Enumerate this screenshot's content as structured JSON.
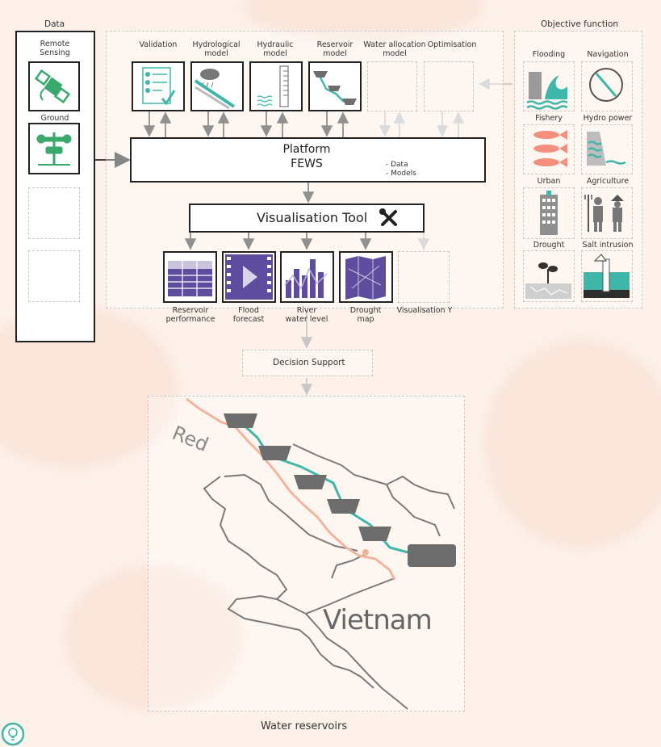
{
  "sections": {
    "data": "Data",
    "objective": "Objective function"
  },
  "data_sources": [
    {
      "label": "Remote\nSensing",
      "icon": "satellite-icon"
    },
    {
      "label": "Ground",
      "icon": "weather-station-icon"
    }
  ],
  "models": [
    {
      "label": "Validation",
      "icon": "checklist-icon"
    },
    {
      "label": "Hydrological\nmodel",
      "icon": "rain-slope-icon"
    },
    {
      "label": "Hydraulic\nmodel",
      "icon": "water-gauge-icon"
    },
    {
      "label": "Reservoir\nmodel",
      "icon": "reservoir-cascade-icon"
    },
    {
      "label": "Water allocation\nmodel",
      "icon": ""
    },
    {
      "label": "Optimisation",
      "icon": ""
    }
  ],
  "platform": {
    "title": "Platform\nFEWS",
    "items": "- Data\n- Models"
  },
  "visualisation_tool": "Visualisation Tool",
  "outputs": [
    {
      "label": "Reservoir\nperformance",
      "icon": "table-icon"
    },
    {
      "label": "Flood\nforecast",
      "icon": "video-play-icon"
    },
    {
      "label": "River\nwater level",
      "icon": "bar-line-chart-icon"
    },
    {
      "label": "Drought\nmap",
      "icon": "folded-map-icon"
    },
    {
      "label": "Visualisation Y",
      "icon": ""
    }
  ],
  "objectives": [
    {
      "label": "Flooding",
      "icon": "dam-wave-icon"
    },
    {
      "label": "Navigation",
      "icon": "compass-icon"
    },
    {
      "label": "Fishery",
      "icon": "fish-icon"
    },
    {
      "label": "Hydro power",
      "icon": "hydropower-icon"
    },
    {
      "label": "Urban",
      "icon": "building-icon"
    },
    {
      "label": "Agriculture",
      "icon": "farmers-icon"
    },
    {
      "label": "Drought",
      "icon": "dry-sprout-icon"
    },
    {
      "label": "Salt intrusion",
      "icon": "salt-well-icon"
    }
  ],
  "decision_support": "Decision Support",
  "map": {
    "river": "Red",
    "country": "Vietnam"
  },
  "caption": "Water reservoirs",
  "colors": {
    "teal": "#3fb7a8",
    "purple": "#5e4d9e",
    "green": "#39a96b",
    "salmon": "#f28f7d",
    "river": "#f2b49b",
    "gray": "#7a7a7a"
  }
}
